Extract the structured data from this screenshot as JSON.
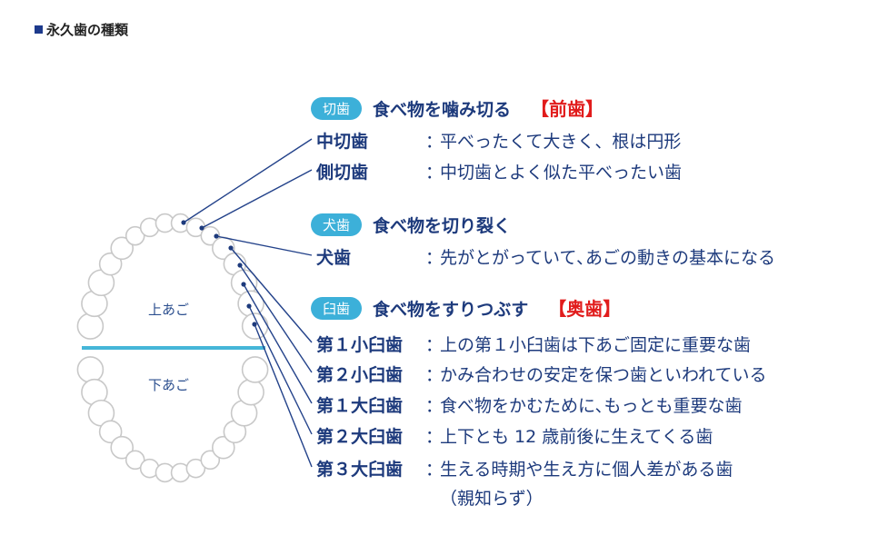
{
  "title": "永久歯の種類",
  "jaw": {
    "upper": "上あご",
    "lower": "下あご"
  },
  "groups": [
    {
      "badge": "切歯",
      "heading": "食べ物を噛み切る",
      "tag": "【前歯】"
    },
    {
      "badge": "犬歯",
      "heading": "食べ物を切り裂く",
      "tag": ""
    },
    {
      "badge": "臼歯",
      "heading": "食べ物をすりつぶす",
      "tag": "【奥歯】"
    }
  ],
  "teeth": [
    {
      "name": "中切歯",
      "desc": "平べったくて大きく、根は円形"
    },
    {
      "name": "側切歯",
      "desc": "中切歯とよく似た平べったい歯"
    },
    {
      "name": "犬歯",
      "desc": "先がとがっていて､あごの動きの基本になる"
    },
    {
      "name": "第１小臼歯",
      "desc": "上の第１小臼歯は下あご固定に重要な歯"
    },
    {
      "name": "第２小臼歯",
      "desc": "かみ合わせの安定を保つ歯といわれている"
    },
    {
      "name": "第１大臼歯",
      "desc": "食べ物をかむために､もっとも重要な歯"
    },
    {
      "name": "第２大臼歯",
      "desc": "上下とも 12 歳前後に生えてくる歯"
    },
    {
      "name": "第３大臼歯",
      "desc": "生える時期や生え方に個人差がある歯",
      "note": "（親知らず）"
    }
  ],
  "separator": "：",
  "colors": {
    "navy": "#1d3a7c",
    "badge": "#3cb0d9",
    "red": "#e11c1c",
    "divider": "#45b6d8"
  }
}
